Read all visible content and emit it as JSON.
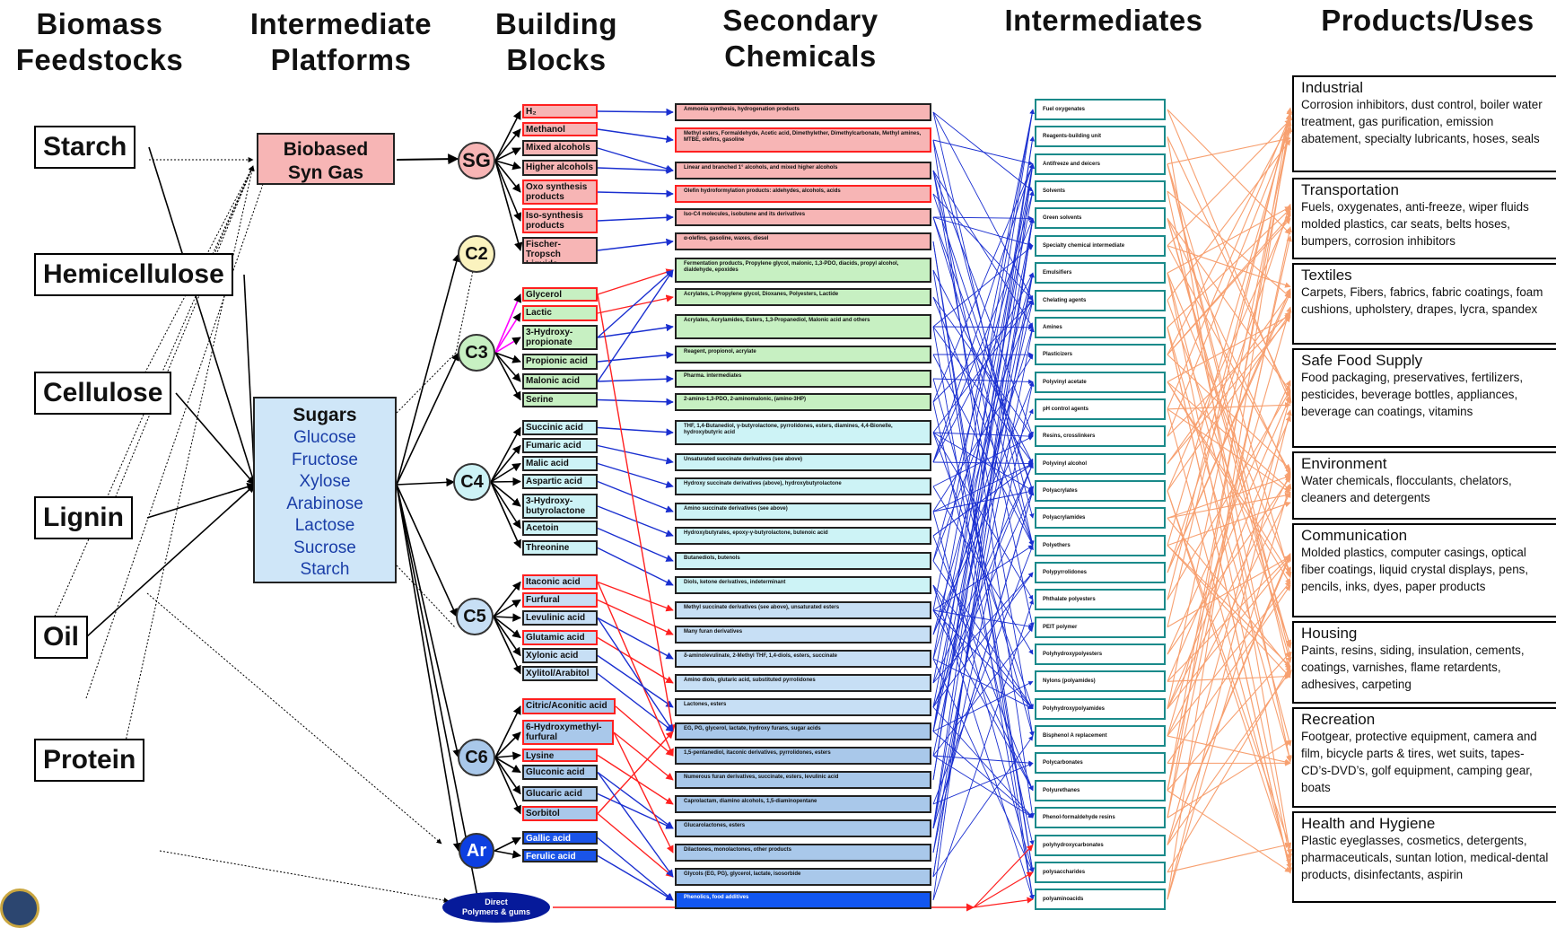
{
  "headers": {
    "feedstocks": "Biomass\nFeedstocks",
    "platforms": "Intermediate\nPlatforms",
    "building_blocks": "Building\nBlocks",
    "secondary": "Secondary\nChemicals",
    "intermediates": "Intermediates",
    "products": "Products/Uses"
  },
  "feedstocks": [
    "Starch",
    "Hemicellulose",
    "Cellulose",
    "Lignin",
    "Oil",
    "Protein"
  ],
  "platforms": {
    "syngas": "Biobased\nSyn Gas",
    "sugars_title": "Sugars",
    "sugars": [
      "Glucose",
      "Fructose",
      "Xylose",
      "Arabinose",
      "Lactose",
      "Sucrose",
      "Starch"
    ]
  },
  "nodes": {
    "sg": "SG",
    "c2": "C2",
    "c3": "C3",
    "c4": "C4",
    "c5": "C5",
    "c6": "C6",
    "ar": "Ar",
    "direct": "Direct\nPolymers & gums"
  },
  "building_blocks": [
    "H₂",
    "Methanol",
    "Mixed alcohols",
    "Higher alcohols",
    "Oxo synthesis products",
    "Iso-synthesis products",
    "Fischer-Tropsch Liquids",
    "Glycerol",
    "Lactic",
    "3-Hydroxy-propionate",
    "Propionic acid",
    "Malonic acid",
    "Serine",
    "Succinic acid",
    "Fumaric acid",
    "Malic acid",
    "Aspartic acid",
    "3-Hydroxy-butyrolactone",
    "Acetoin",
    "Threonine",
    "Itaconic acid",
    "Furfural",
    "Levulinic acid",
    "Glutamic acid",
    "Xylonic acid",
    "Xylitol/Arabitol",
    "Citric/Aconitic acid",
    "6-Hydroxymethyl-furfural",
    "Lysine",
    "Gluconic acid",
    "Glucaric acid",
    "Sorbitol",
    "Gallic acid",
    "Ferulic acid"
  ],
  "secondary_chemicals": [
    "Ammonia synthesis, hydrogenation products",
    "Methyl esters, Formaldehyde, Acetic acid, Dimethylether, Dimethylcarbonate, Methyl amines, MTBE, olefins, gasoline",
    "Linear and branched 1° alcohols, and mixed higher alcohols",
    "Olefin hydroformylation products: aldehydes, alcohols, acids",
    "Iso-C4 molecules, isobutene and its derivatives",
    "α-olefins, gasoline, waxes, diesel",
    "Fermentation products, Propylene glycol, malonic, 1,3-PDO, diacids, propyl alcohol, dialdehyde, epoxides",
    "Acrylates, L-Propylene glycol, Dioxanes, Polyesters, Lactide",
    "Acrylates, Acrylamides, Esters, 1,3-Propanediol, Malonic acid and others",
    "Reagent, propionol, acrylate",
    "Pharma. intermediates",
    "2-amino-1,3-PDO, 2-aminomalonic, (amino-3HP)",
    "THF, 1,4-Butanediol, γ-butyrolactone, pyrrolidones, esters, diamines, 4,4-Bionelle, hydroxybutyric acid",
    "Unsaturated succinate derivatives (see above)",
    "Hydroxy succinate derivatives (above), hydroxybutyrolactone",
    "Amino succinate derivatives (see above)",
    "Hydroxybutyrates, epoxy-γ-butyrolactone, butenoic acid",
    "Butanediols, butenols",
    "Diols, ketone derivatives, indeterminant",
    "Methyl succinate derivatives (see above), unsaturated esters",
    "Many furan derivatives",
    "δ-aminolevulinate, 2-Methyl THF, 1,4-diols, esters, succinate",
    "Amino diols, glutaric acid, substituted pyrrolidones",
    "Lactones, esters",
    "EG, PG, glycerol, lactate, hydroxy furans, sugar acids",
    "1,5-pentanediol, itaconic derivatives, pyrrolidones, esters",
    "Numerous furan derivatives, succinate, esters, levulinic acid",
    "Caprolactam, diamino alcohols, 1,5-diaminopentane",
    "Glucarolactones, esters",
    "Dilactones, monolactones, other products",
    "Glycols (EG, PG), glycerol, lactate, isosorbide",
    "Phenolics, food additives"
  ],
  "intermediates": [
    "Fuel oxygenates",
    "Reagents-building unit",
    "Antifreeze and deicers",
    "Solvents",
    "Green solvents",
    "Specialty chemical intermediate",
    "Emulsifiers",
    "Chelating agents",
    "Amines",
    "Plasticizers",
    "Polyvinyl acetate",
    "pH control agents",
    "Resins, crosslinkers",
    "Polyvinyl alcohol",
    "Polyacrylates",
    "Polyacrylamides",
    "Polyethers",
    "Polypyrrolidones",
    "Phthalate polyesters",
    "PEIT polymer",
    "Polyhydroxypolyesters",
    "Nylons (polyamides)",
    "Polyhydroxypolyamides",
    "Bisphenol A replacement",
    "Polycarbonates",
    "Polyurethanes",
    "Phenol-formaldehyde resins",
    "polyhydroxycarbonates",
    "polysaccharides",
    "polyaminoacids"
  ],
  "products": [
    {
      "title": "Industrial",
      "desc": "Corrosion inhibitors, dust control, boiler water treatment, gas purification, emission abatement, specialty lubricants, hoses, seals"
    },
    {
      "title": "Transportation",
      "desc": "Fuels, oxygenates, anti-freeze, wiper fluids molded plastics, car seats, belts hoses, bumpers, corrosion inhibitors"
    },
    {
      "title": "Textiles",
      "desc": "Carpets, Fibers, fabrics, fabric coatings, foam cushions, upholstery, drapes, lycra, spandex"
    },
    {
      "title": "Safe Food Supply",
      "desc": "Food packaging, preservatives, fertilizers, pesticides, beverage bottles, appliances, beverage can coatings, vitamins"
    },
    {
      "title": "Environment",
      "desc": "Water chemicals, flocculants, chelators, cleaners and detergents"
    },
    {
      "title": "Communication",
      "desc": "Molded plastics, computer casings, optical fiber coatings, liquid crystal displays, pens, pencils, inks, dyes, paper products"
    },
    {
      "title": "Housing",
      "desc": "Paints, resins, siding, insulation, cements, coatings, varnishes, flame retardents, adhesives, carpeting"
    },
    {
      "title": "Recreation",
      "desc": "Footgear, protective equipment, camera and film, bicycle parts & tires, wet suits, tapes-CD’s-DVD’s, golf equipment, camping gear, boats"
    },
    {
      "title": "Health and Hygiene",
      "desc": "Plastic eyeglasses, cosmetics, detergents, pharmaceuticals, suntan lotion, medical-dental products, disinfectants, aspirin"
    }
  ],
  "colors": {
    "syngas": "#f7b5b5",
    "c2": "#fbf3bf",
    "c3": "#c7f0c2",
    "c4": "#cdf3f6",
    "c5": "#c7dff5",
    "c6": "#a9c8ea",
    "ar": "#0d3fe0",
    "link_blue": "#1a2fd0",
    "link_orange": "#f7a070",
    "link_magenta": "#ff00ff",
    "link_red": "#ff2020",
    "teal": "#1a8a8a"
  }
}
